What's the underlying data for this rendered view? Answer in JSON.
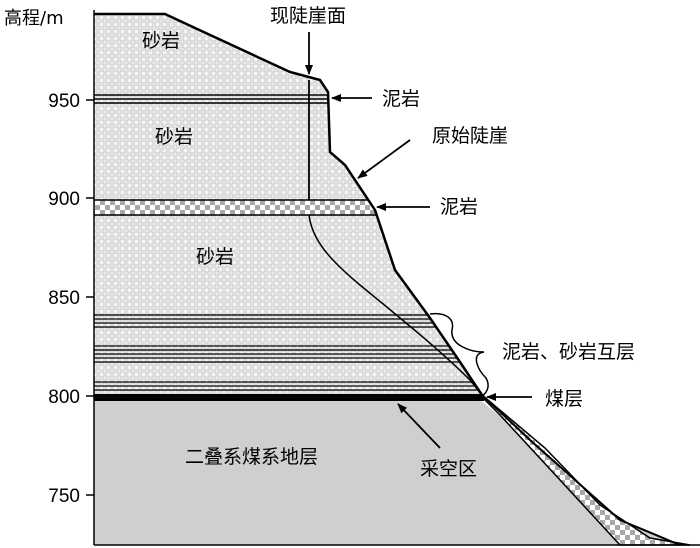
{
  "diagram": {
    "axis": {
      "title": "高程/m",
      "ticks": [
        "950",
        "900",
        "850",
        "800",
        "750"
      ]
    },
    "labels": {
      "current_face": "现陡崖面",
      "original_cliff": "原始陡崖",
      "mudstone_upper": "泥岩",
      "mudstone_lower": "泥岩",
      "interbedded": "泥岩、砂岩互层",
      "coal_seam": "煤层",
      "goaf": "采空区",
      "sandstone_top": "砂岩",
      "sandstone_mid": "砂岩",
      "sandstone_lower": "砂岩",
      "permian": "二叠系煤系地层"
    },
    "colors": {
      "sandstone_fill": "#eeeeee",
      "mudstone_band": "#d9d9d9",
      "permian_fill": "#cfcfcf",
      "coal": "#000000",
      "line": "#000000"
    }
  }
}
